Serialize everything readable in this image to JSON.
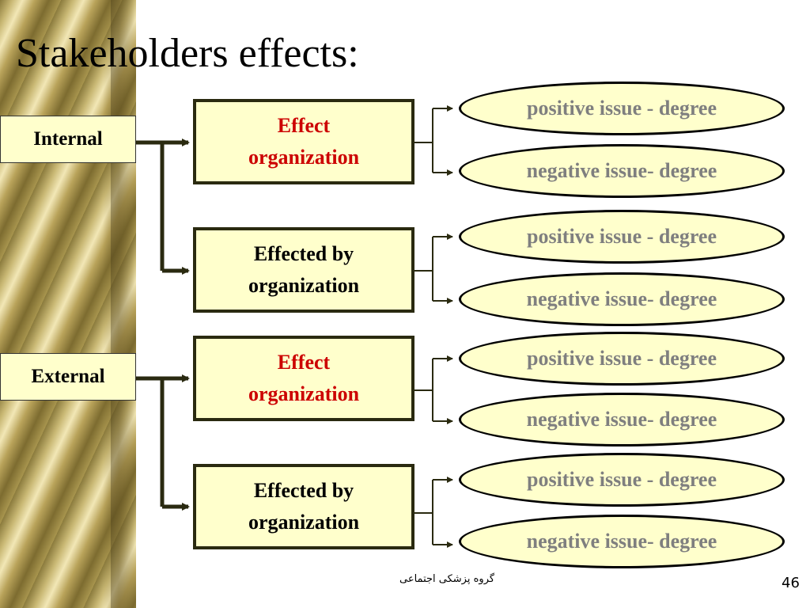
{
  "title": "Stakeholders effects:",
  "groups": [
    {
      "label": "Internal",
      "rects": [
        {
          "line1": "Effect",
          "line2": "organization"
        },
        {
          "line1": "Effected by",
          "line2": "organization"
        }
      ]
    },
    {
      "label": "External",
      "rects": [
        {
          "line1": "Effect",
          "line2": "organization"
        },
        {
          "line1": "Effected by",
          "line2": "organization"
        }
      ]
    }
  ],
  "outcomes": {
    "positive": "positive issue - degree",
    "negative": "negative issue- degree"
  },
  "colors": {
    "box_fill": "#ffffcc",
    "effect_text": "#cc0000",
    "outcome_text": "#7f7f7f",
    "connector": "#2a2a10"
  },
  "footer": {
    "text": "گروه پزشکی اجتماعی",
    "page": "46"
  }
}
